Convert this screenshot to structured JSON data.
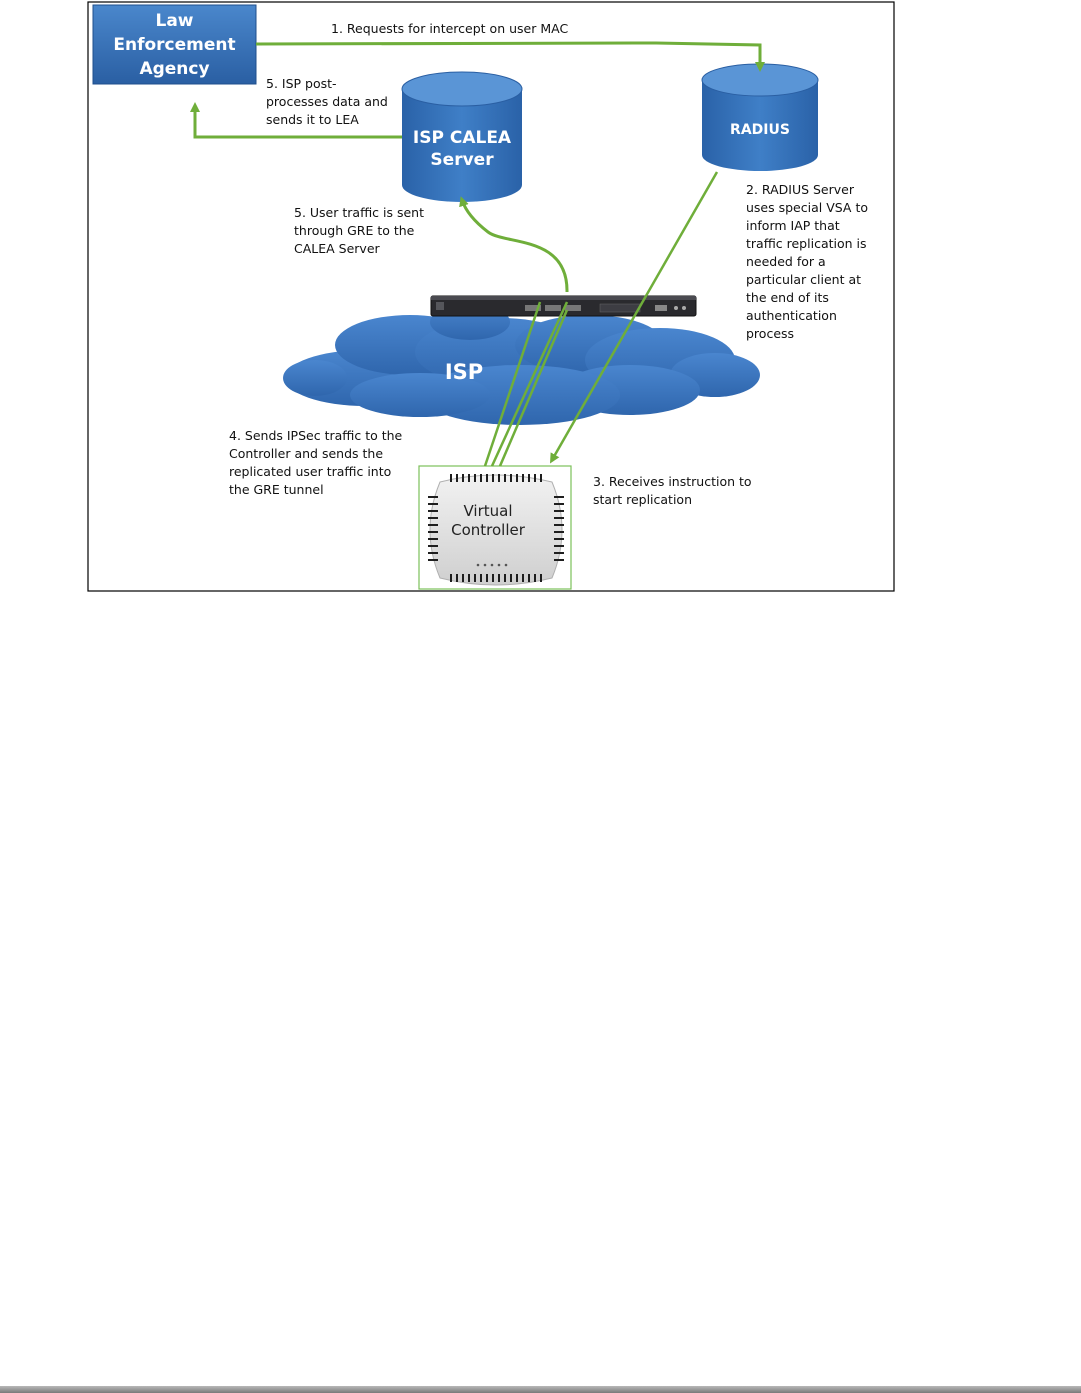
{
  "nodes": {
    "lea": "Law\nEnforcement\nAgency",
    "calea": "ISP CALEA\nServer",
    "radius": "RADIUS",
    "isp": "ISP",
    "vc": "Virtual\nController"
  },
  "steps": {
    "s1": "1. Requests for intercept on user MAC",
    "s2": "2.  RADIUS Server\nuses special VSA to\ninform IAP that\ntraffic replication is\nneeded for a\nparticular client at\nthe end of its\nauthentication\nprocess",
    "s3": "3. Receives instruction to\nstart replication",
    "s4": "4. Sends IPSec traffic to the\nController and sends the\nreplicated user traffic into\nthe GRE tunnel",
    "s5a": "5. ISP post-\nprocesses data and\nsends it to LEA",
    "s5b": "5. User traffic is sent\nthrough GRE to the\nCALEA Server"
  },
  "colors": {
    "node_blue": "#2e6db4",
    "node_blue_dark": "#1f4f8c",
    "arrow_green": "#6fae3a",
    "frame_green": "#7cc05a"
  }
}
